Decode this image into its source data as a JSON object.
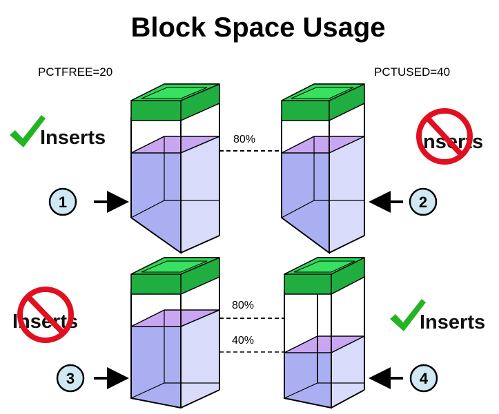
{
  "title": "Block Space Usage",
  "params": {
    "pctfree": "PCTFREE=20",
    "pctused": "PCTUSED=40"
  },
  "inserts_label": "Inserts",
  "marks": {
    "pct80_top": "80%",
    "pct80_bottom": "80%",
    "pct40": "40%"
  },
  "steps": [
    "1",
    "2",
    "3",
    "4"
  ],
  "blocks": [
    {
      "step": "1",
      "fill_percent": 80,
      "inserts": "allowed"
    },
    {
      "step": "2",
      "fill_percent": 80,
      "inserts": "not allowed"
    },
    {
      "step": "3",
      "fill_percent": 80,
      "inserts": "not allowed"
    },
    {
      "step": "4",
      "fill_percent": 40,
      "inserts": "allowed"
    }
  ],
  "colors": {
    "header_top": "#2fd455",
    "header_side": "#1fae3f",
    "fill_front": "#b7bcf3",
    "fill_side": "#d8dbfa",
    "fill_top": "#c9a6f2",
    "no_sign": "#e01020",
    "check": "#22b422",
    "step_circle": "#cfe8f3"
  }
}
